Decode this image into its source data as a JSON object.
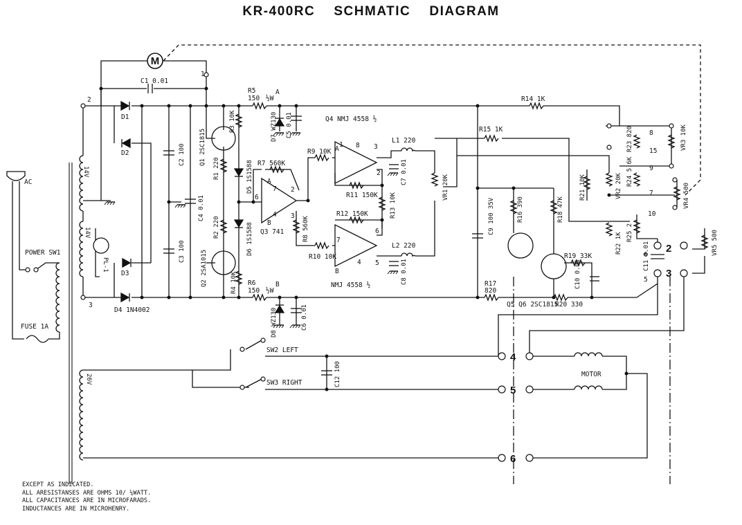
{
  "title": "KR-400RC    SCHMATIC    DIAGRAM",
  "components": {
    "motor_symbol": "M",
    "ac": "AC",
    "power_sw": "POWER SW1",
    "fuse": "FUSE 1A",
    "t_14v_a": "14V",
    "t_14v_b": "14V",
    "t_26v": "26V",
    "pl1": "PL-1",
    "c1": "C1 0.01",
    "d1": "D1",
    "d2": "D2",
    "d3": "D3",
    "d4": "D4 1N4002",
    "c2": "C2 100",
    "c3": "C3 100",
    "c4": "C4 0.01",
    "q1": "Q1 2SC1815",
    "q2": "Q2 2SA1015",
    "r1": "R1 220",
    "r2": "R2 220",
    "r3": "R3 10K",
    "r4": "R4 10K",
    "r5": "R5",
    "r5v": "150",
    "r5w": "½W",
    "r6": "R6",
    "r6v": "150",
    "r6w": "½W",
    "d5": "D5 1S1588",
    "d6": "D6 1S1588",
    "d7": "D7 WZ130",
    "d8": "D8 WZ130",
    "c5": "C5 0.01",
    "c6": "C6 0.01",
    "r7": "R7 560K",
    "q3": "Q3 741",
    "r8": "R8 560K",
    "q4": "Q4 NMJ 4558 ½",
    "nmj2": "NMJ 4558 ½",
    "r9": "R9 10K",
    "r10": "R10 10K",
    "r11": "R11 150K",
    "r12": "R12 150K",
    "r13": "R13 10K",
    "l1": "L1 220",
    "l2": "L2 220",
    "c7": "C7 0.01",
    "c8": "C8 0.01",
    "vr1": "VR1 20K",
    "r14": "R14 1K",
    "r15": "R15 1K",
    "r16": "R16 390",
    "r17": "R17",
    "r17v": "820",
    "r18": "R18 47K",
    "r19": "R19 33K",
    "r20": "R20 330",
    "r21": "R21 10K",
    "vr2": "VR2 20K",
    "r22": "R22 1K",
    "r23": "R23 820",
    "r24": "R24 5.6K",
    "r25": "R25 2",
    "vr3": "VR3 10K",
    "vr4": "VR4 500",
    "vr5": "VR5 500",
    "c9": "C9 100 35V",
    "c10": "C10 0.01",
    "c11": "C11 0.01",
    "q5q6": "Q5 Q6 2SC1815",
    "c12": "C12 100",
    "sw2": "SW2 LEFT",
    "sw3": "SW3 RIGHT",
    "motor": "MOTOR"
  },
  "pins": {
    "p1": "1",
    "p2": "2",
    "p3": "3",
    "p7": "7",
    "p8": "8",
    "p9": "9",
    "p10": "10",
    "p15": "15",
    "p6": "6",
    "p5": "5",
    "opA": "A",
    "opB": "B",
    "op1": "1",
    "op2": "2",
    "op3": "3",
    "op8": "8",
    "op5": "5",
    "op6": "6",
    "op7": "7",
    "op4": "4",
    "q3_6": "6",
    "q3_7": "7",
    "q3_2": "2",
    "q3_3": "3",
    "q3_4": "4",
    "q3_A": "A",
    "q3_B": "B",
    "d7A": "A",
    "d8B": "B"
  },
  "terminals": {
    "t2": "2",
    "t3": "3",
    "t4": "4",
    "t5": "5",
    "t6": "6"
  },
  "notes": [
    "EXCEPT AS INDICATED.",
    "ALL ARESISTANSES ARE OHMS 10/ ¼WATT.",
    "ALL CAPACITANCES ARE IN MICROFARADS.",
    "INDUCTANCES ARE IN MICROHENRY."
  ]
}
